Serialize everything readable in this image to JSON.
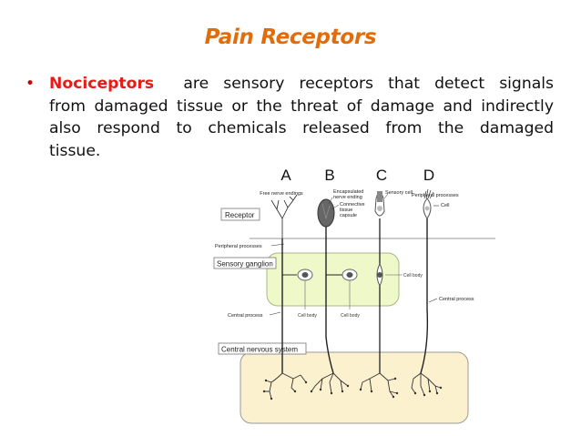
{
  "slide": {
    "title": "Pain Receptors",
    "bullet": {
      "term": "Nociceptors",
      "text": "are sensory receptors that detect signals from damaged tissue or the threat of damage and indirectly also respond to chemicals released from the damaged tissue."
    }
  },
  "diagram": {
    "columns": [
      "A",
      "B",
      "C",
      "D"
    ],
    "region_labels": {
      "receptor": "Receptor",
      "ganglion": "Sensory ganglion",
      "cns": "Central nervous system"
    },
    "annotations": {
      "free_nerve_endings": "Free nerve endings",
      "encapsulated": "Encapsulated",
      "nerve_ending": "nerve ending",
      "connective": "Connective",
      "tissue": "tissue",
      "capsule": "capsule",
      "sensory_cell": "Sensory cell",
      "peripheral_processes_d": "Peripheral processes",
      "cell": "Cell",
      "peripheral_processes": "Peripheral processes",
      "cell_body_right": "Cell body",
      "central_process_left": "Central process",
      "cell_body_1": "Cell body",
      "cell_body_2": "Cell body",
      "central_process_right": "Central process"
    },
    "colors": {
      "ganglion_fill": "#eef8c8",
      "cns_fill": "#fbf1cf"
    }
  }
}
